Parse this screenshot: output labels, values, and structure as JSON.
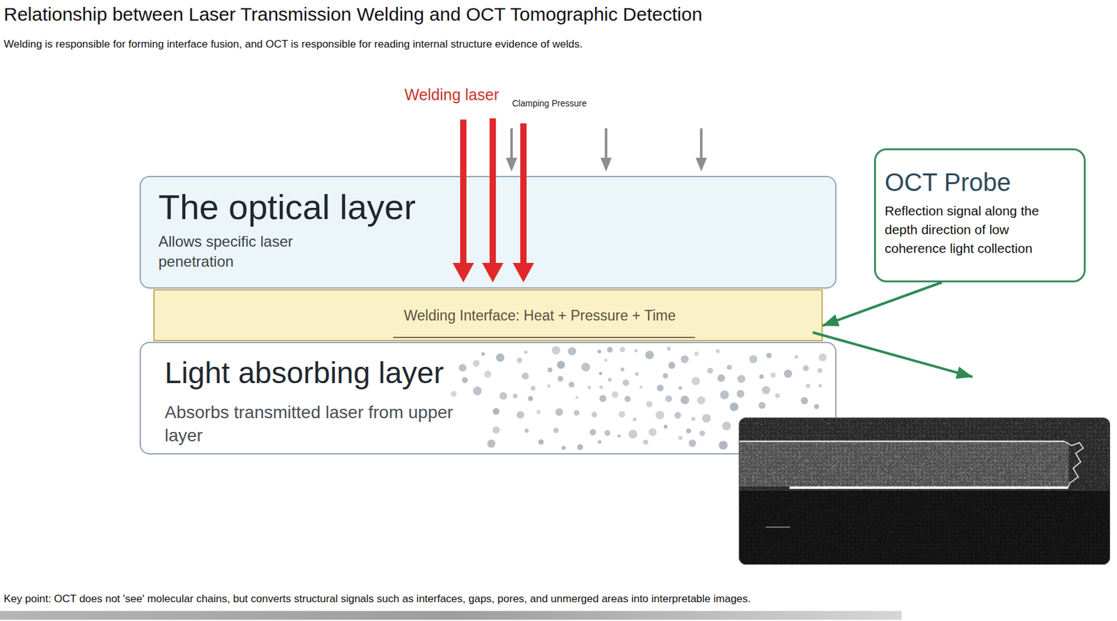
{
  "diagram": {
    "title": "Relationship between Laser Transmission Welding and OCT Tomographic Detection",
    "caption": "Key point: OCT does not 'see' molecular chains, but converts structural signals such as interfaces, gaps, pores, and unmerged areas into interpretable images.",
    "nodes": [
      {
        "text": [
          "The optical layer",
          "Allows specific laser penetration"
        ]
      },
      {
        "text": [
          "Welding Interface: Heat + Pressure + Time"
        ]
      },
      {
        "text": [
          "Light absorbing layer",
          "Absorbs transmitted laser from upper layer"
        ]
      },
      {
        "text": [
          "OCT Probe",
          "Reflection signal along the depth direction of low coherence light collection"
        ]
      }
    ],
    "edges": [
      {
        "from": 3,
        "to": 1,
        "arrow": "to"
      }
    ],
    "labels": [
      "Welding is responsible for forming interface fusion, and OCT is responsible for reading internal structure evidence of welds.",
      "Welding laser",
      "Clamping Pressure"
    ]
  }
}
